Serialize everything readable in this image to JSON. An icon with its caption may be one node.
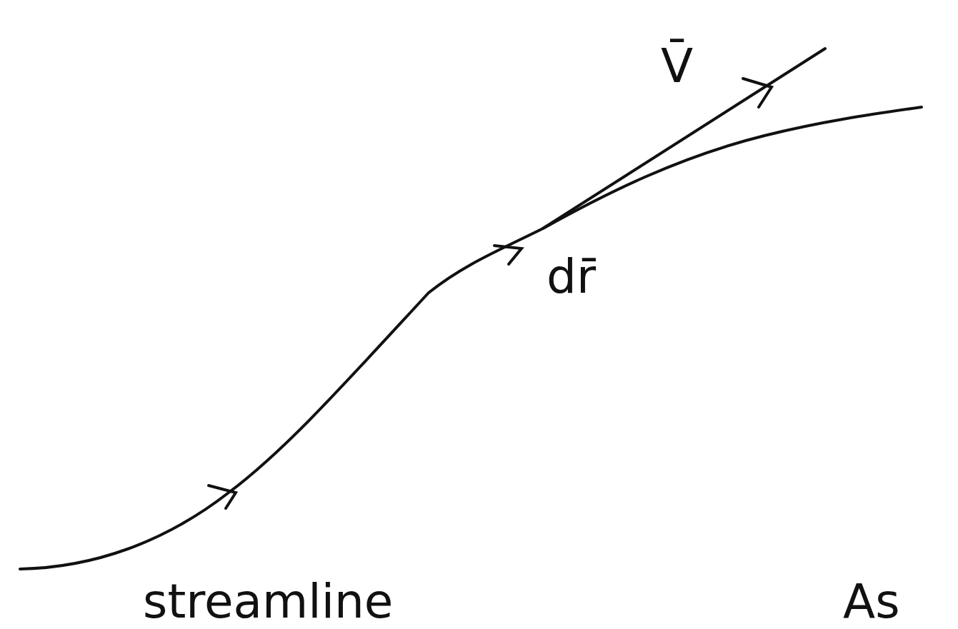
{
  "diagram": {
    "labels": [
      "V̄",
      "dr̄",
      "streamline",
      "As"
    ]
  }
}
